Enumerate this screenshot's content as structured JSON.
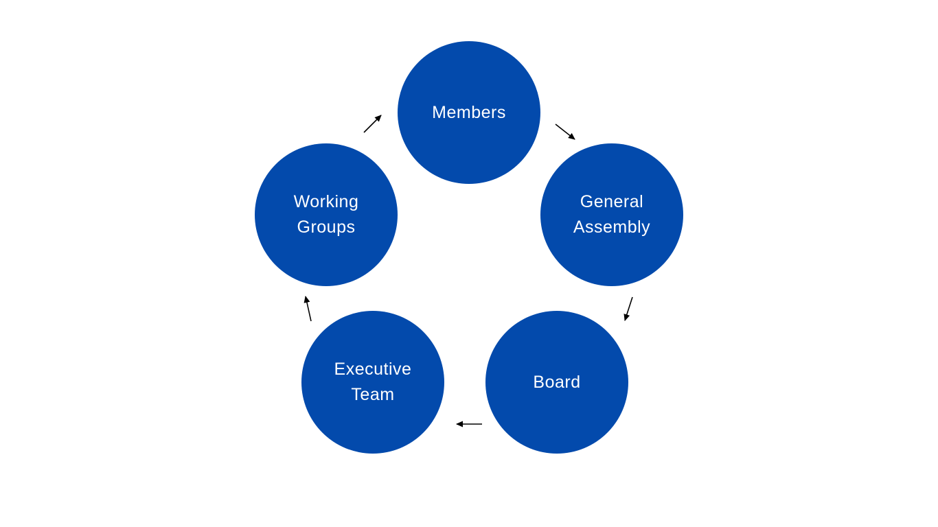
{
  "diagram": {
    "node_color": "#034AAC",
    "text_color": "#FFFFFF",
    "arrow_color": "#000000",
    "nodes": {
      "members": {
        "line1": "Members",
        "line2": ""
      },
      "general_assembly": {
        "line1": "General",
        "line2": "Assembly"
      },
      "board": {
        "line1": "Board",
        "line2": ""
      },
      "executive_team": {
        "line1": "Executive",
        "line2": "Team"
      },
      "working_groups": {
        "line1": "Working",
        "line2": "Groups"
      }
    },
    "flow": [
      "members",
      "general_assembly",
      "board",
      "executive_team",
      "working_groups",
      "members"
    ]
  }
}
